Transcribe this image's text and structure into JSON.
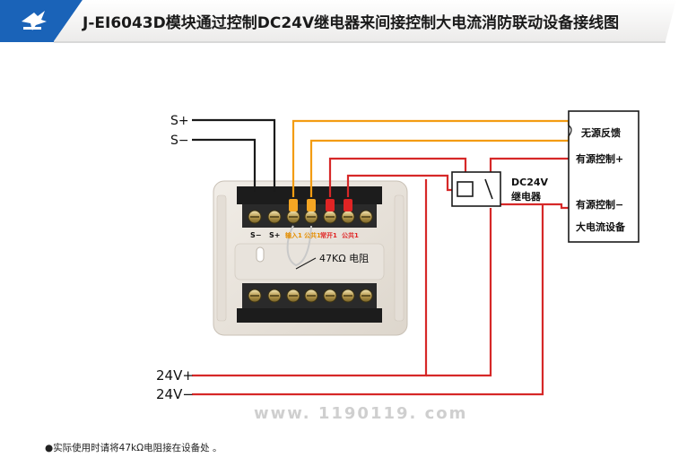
{
  "header": {
    "title": "J-EI6043D模块通过控制DC24V继电器来间接控制大电流消防联动设备接线图",
    "accent_color": "#1a63b8"
  },
  "labels": {
    "s_plus": "S+",
    "s_minus": "S−",
    "v24_plus": "24V+",
    "v24_minus": "24V−",
    "term_s_minus": "S−",
    "term_s_plus": "S+",
    "term_in1": "输入1",
    "term_com1a": "公共1",
    "term_no1": "常开1",
    "term_com1b": "公共1",
    "resistor": "47KΩ 电阻",
    "relay_line1": "DC24V",
    "relay_line2": "继电器",
    "device_passive": "无源反馈",
    "device_active_plus": "有源控制+",
    "device_active_minus": "有源控制−",
    "device_name": "大电流设备"
  },
  "watermark": "www. 1190119. com",
  "note": "●实际使用时请将47kΩ电阻接在设备处 。",
  "colors": {
    "wire_black": "#1a1a1a",
    "wire_orange": "#f39c12",
    "wire_red": "#d62828",
    "terminal_orange": "#f5a623",
    "terminal_red": "#e02424"
  }
}
